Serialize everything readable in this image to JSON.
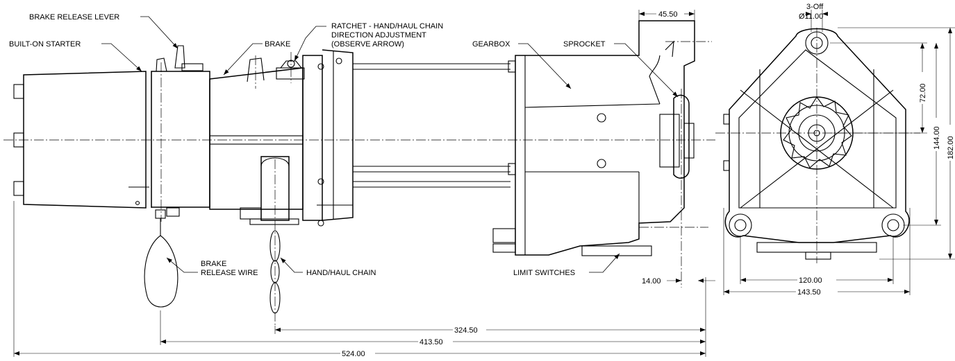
{
  "labels": {
    "brake_release_lever": "BRAKE RELEASE LEVER",
    "built_on_starter": "BUILT-ON STARTER",
    "brake": "BRAKE",
    "ratchet_line1": "RATCHET - HAND/HAUL CHAIN",
    "ratchet_line2": "DIRECTION ADJUSTMENT",
    "ratchet_line3": "(OBSERVE ARROW)",
    "gearbox": "GEARBOX",
    "sprocket": "SPROCKET",
    "brake_release_wire_line1": "BRAKE",
    "brake_release_wire_line2": "RELEASE WIRE",
    "hand_haul_chain": "HAND/HAUL CHAIN",
    "limit_switches": "LIMIT SWITCHES",
    "holes_line1": "3-Off",
    "holes_line2": "Ø11.00"
  },
  "dimensions": {
    "d45_50": "45.50",
    "d14_00": "14.00",
    "d324_50": "324.50",
    "d413_50": "413.50",
    "d524_00": "524.00",
    "d72_00": "72.00",
    "d144_00": "144.00",
    "d182_00": "182.00",
    "d120_00": "120.00",
    "d143_50": "143.50"
  }
}
